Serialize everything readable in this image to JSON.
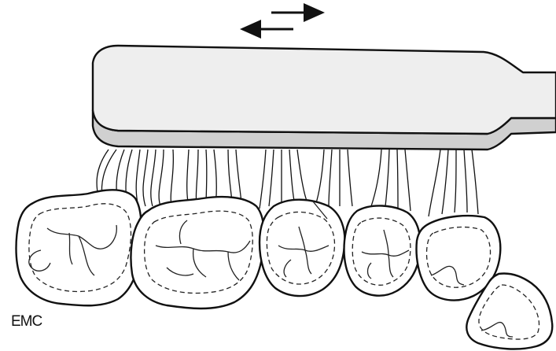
{
  "figure": {
    "credit": "EMC",
    "motion_arrows": [
      "arrow-right",
      "arrow-left"
    ],
    "colors": {
      "handle_top": "#eeeeee",
      "handle_side": "#d0d0d0",
      "outline": "#111111",
      "tooth": "#ffffff"
    }
  }
}
